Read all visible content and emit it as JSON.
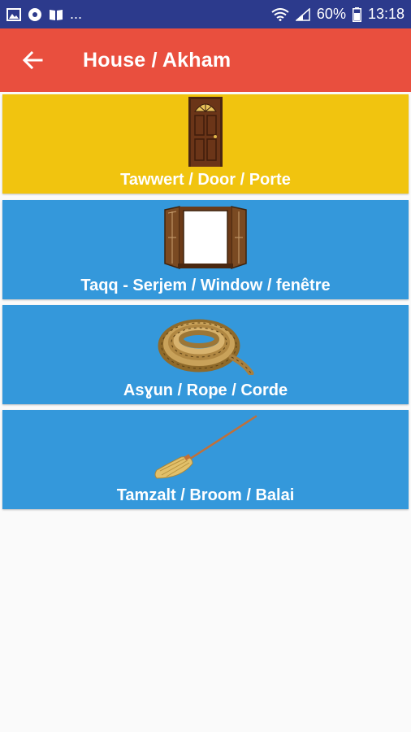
{
  "status_bar": {
    "notification_icons": [
      "image-icon",
      "settings-icon",
      "book-icon"
    ],
    "overflow": "...",
    "battery_percent": "60%",
    "time": "13:18"
  },
  "app_bar": {
    "back_icon": "arrow-left-icon",
    "title": "House / Akham"
  },
  "colors": {
    "status_bar": "#2c3a8c",
    "app_bar": "#e94f3e",
    "card_yellow": "#f1c40f",
    "card_blue": "#3498db"
  },
  "items": [
    {
      "label": "Tawwert / Door / Porte",
      "image": "door-image",
      "color": "#f1c40f"
    },
    {
      "label": "Taqq - Serjem / Window / fenêtre",
      "image": "window-image",
      "color": "#3498db"
    },
    {
      "label": "Asɣun / Rope / Corde",
      "image": "rope-image",
      "color": "#3498db"
    },
    {
      "label": "Tamzalt / Broom / Balai",
      "image": "broom-image",
      "color": "#3498db"
    }
  ]
}
